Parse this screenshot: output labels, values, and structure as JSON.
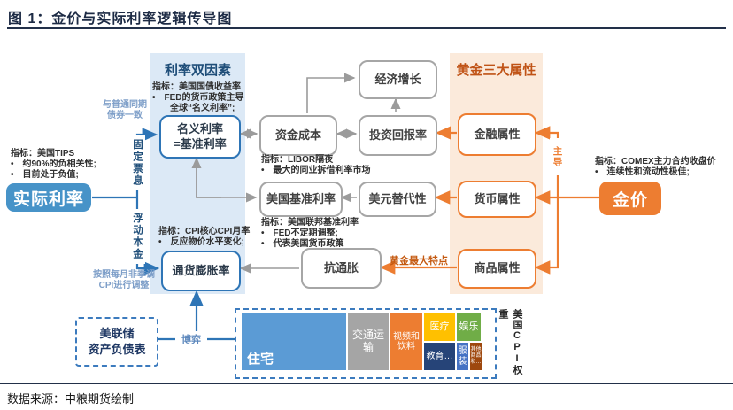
{
  "header": {
    "title": "图 1：金价与实际利率逻辑传导图"
  },
  "footer": {
    "source": "数据来源：中粮期货绘制"
  },
  "panels": {
    "rate_title": "利率双因素",
    "gold_title": "黄金三大属性"
  },
  "nodes": {
    "real_rate": "实际利率",
    "nominal_rate": "名义利率\n=基准利率",
    "inflation": "通货膨胀率",
    "capital_cost": "资金成本",
    "investment_return": "投资回报率",
    "economic_growth": "经济增长",
    "us_base_rate": "美国基准利率",
    "usd_substitute": "美元替代性",
    "anti_inflation": "抗通胀",
    "financial_attr": "金融属性",
    "currency_attr": "货币属性",
    "commodity_attr": "商品属性",
    "gold_price": "金价",
    "fed_balance_sheet": "美联储\n资产负债表"
  },
  "annotations": {
    "treasury": "指标：美国国债收益率\n•　FED的货币政策主导\n　　全球“名义利率”;",
    "tips": "指标：美国TIPS\n•　约90%的负相关性;\n•　目前处于负值;",
    "libor": "指标：LIBOR隔夜\n•　最大的同业拆借利率市场",
    "fed_funds": "指标：美国联邦基准利率\n•　FED不定期调整;\n•　代表美国货币政策",
    "cpi": "指标：CPI核心CPI月率\n•　反应物价水平变化;",
    "comex": "指标：COMEX主力合约收盘价\n•　连续性和流动性极佳;"
  },
  "edge_labels": {
    "bond_note": "与普通同期\n债券一致",
    "fixed_coupon": "固定票息",
    "floating_principal": "浮动本金",
    "cpi_adjust_note": "按照每月非季调\nCPI进行调整",
    "game": "博弈",
    "dominate": "主导",
    "gold_feature": "黄金最大特点",
    "cpi_weight_title": "美国CPI权重"
  },
  "colors": {
    "blue_line": "#2e75b6",
    "blue_fill": "#4793c8",
    "blue_panel": "#dce9f6",
    "orange": "#ed7d31",
    "orange_panel": "#fbeadb",
    "orange_title": "#c05316",
    "gray_line": "#9b9b9b"
  },
  "chart_data": {
    "type": "treemap",
    "title": "美国CPI权重",
    "values_labeled": false,
    "segments": [
      {
        "label": "住宅",
        "share_pct_est": 42,
        "color": "#5b9bd5"
      },
      {
        "label": "交通运输",
        "share_pct_est": 16,
        "color": "#a5a5a5"
      },
      {
        "label": "视频和饮料",
        "share_pct_est": 13,
        "color": "#ed7d31"
      },
      {
        "label": "医疗",
        "share_pct_est": 9,
        "color": "#ffc000"
      },
      {
        "label": "教育…",
        "share_pct_est": 7,
        "color": "#264478"
      },
      {
        "label": "娱乐",
        "share_pct_est": 6,
        "color": "#70ad47"
      },
      {
        "label": "服装",
        "share_pct_est": 3,
        "color": "#4472c4"
      },
      {
        "label": "其他商品和…",
        "share_pct_est": 3,
        "color": "#9e480e"
      }
    ]
  }
}
